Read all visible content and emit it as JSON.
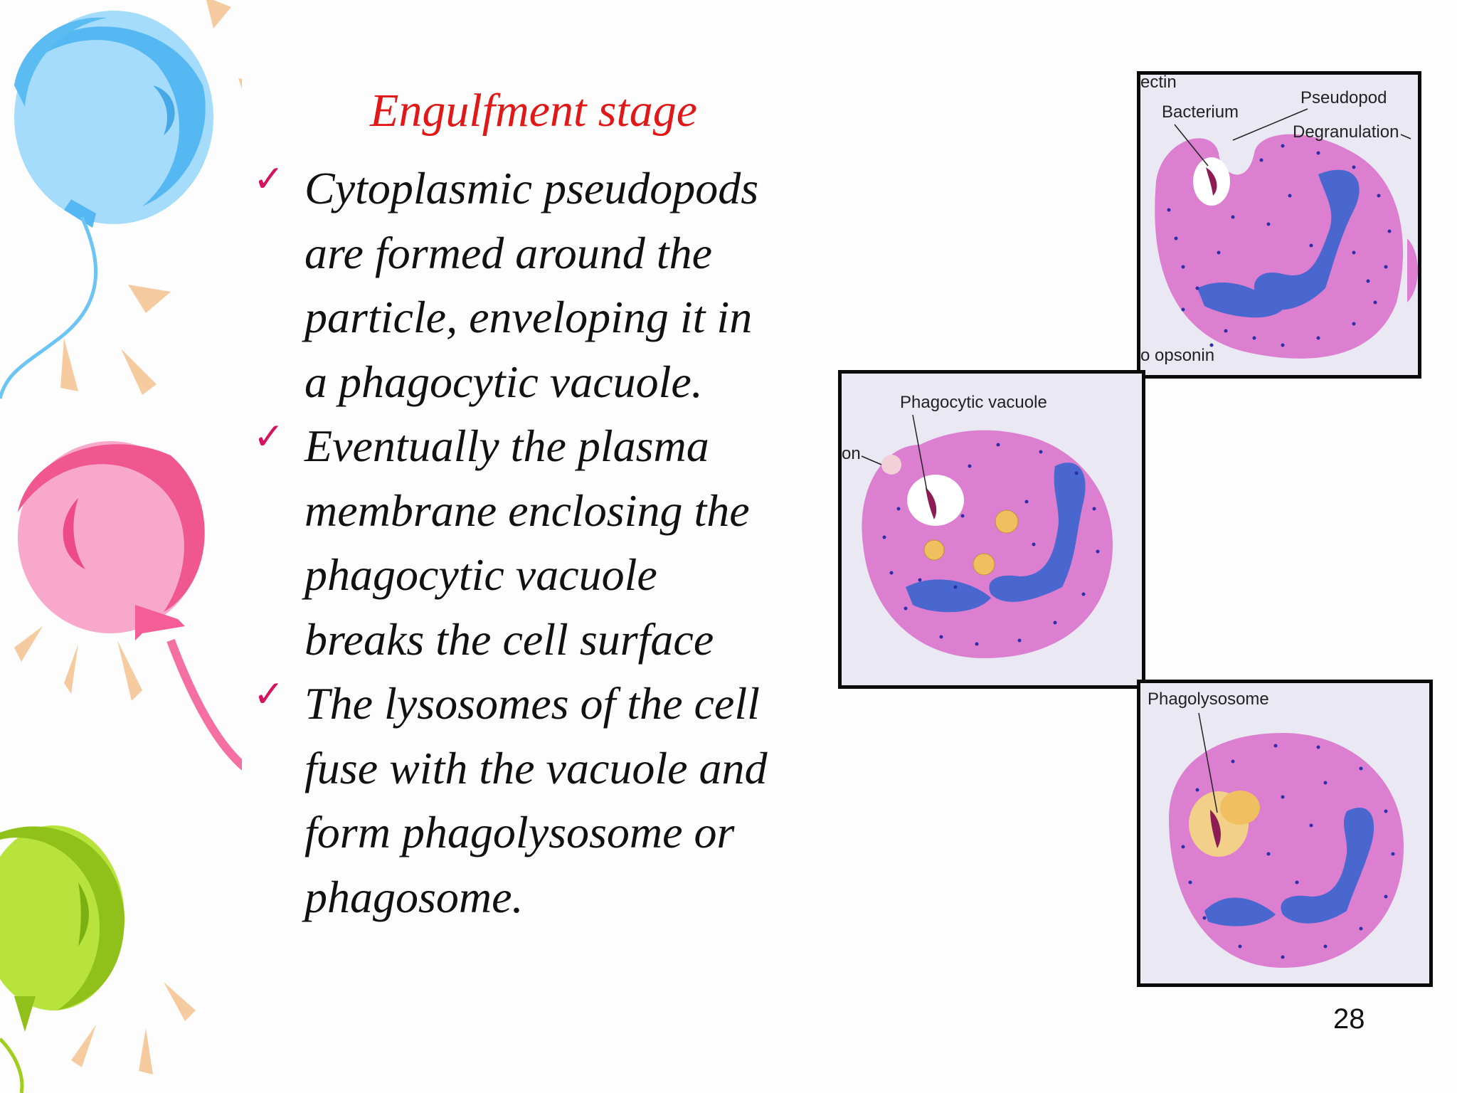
{
  "slide": {
    "title": "Engulfment stage",
    "bullets": [
      {
        "lines": [
          "Cytoplasmic pseudopods",
          "are formed around the",
          "particle, enveloping it in",
          "a phagocytic vacuole."
        ]
      },
      {
        "lines": [
          "Eventually the plasma",
          "membrane enclosing the",
          "phagocytic vacuole",
          "breaks the cell surface"
        ]
      },
      {
        "lines": [
          "The lysosomes of the cell",
          "fuse with the vacuole and",
          "form phagolysosome or",
          "phagosome."
        ]
      }
    ],
    "page_number": "28"
  },
  "figures": {
    "top": {
      "labels": {
        "cut_top": "ectin",
        "bacterium": "Bacterium",
        "pseudopod": "Pseudopod",
        "degranulation": "Degranulation",
        "opsonin": "o opsonin"
      }
    },
    "middle": {
      "labels": {
        "vacuole": "Phagocytic vacuole",
        "cut_left": "on"
      }
    },
    "bottom": {
      "labels": {
        "phagolysosome": "Phagolysosome"
      }
    }
  },
  "colors": {
    "title": "#e01818",
    "check": "#d6135f",
    "cytoplasm": "#dd7fd0",
    "nucleus": "#4a66cf",
    "granule": "#2b2fa8",
    "balloon_blue": "#74c6f5",
    "balloon_pink": "#f6679f",
    "balloon_green": "#9fcf1d"
  },
  "icons": {
    "check": "✓"
  }
}
